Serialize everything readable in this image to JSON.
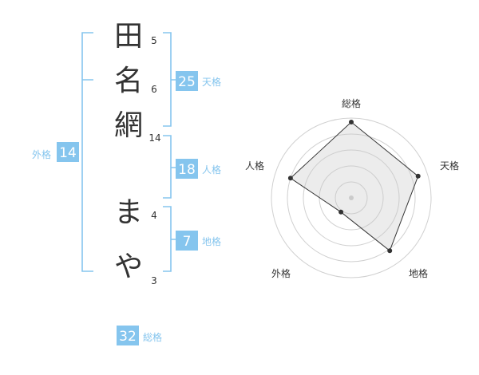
{
  "name": {
    "chars": [
      {
        "char": "田",
        "strokes": "5"
      },
      {
        "char": "名",
        "strokes": "6"
      },
      {
        "char": "網",
        "strokes": "14"
      },
      {
        "char": "ま",
        "strokes": "4"
      },
      {
        "char": "や",
        "strokes": "3"
      }
    ]
  },
  "kakusu": {
    "tenkaku": {
      "value": "25",
      "label": "天格"
    },
    "jinkaku": {
      "value": "18",
      "label": "人格"
    },
    "chikaku": {
      "value": "7",
      "label": "地格"
    },
    "gaikaku": {
      "value": "14",
      "label": "外格"
    },
    "soukaku": {
      "value": "32",
      "label": "総格"
    }
  },
  "radar": {
    "axes": [
      "総格",
      "天格",
      "地格",
      "外格",
      "人格"
    ],
    "levels": [
      0.95,
      0.88,
      0.82,
      0.22,
      0.8
    ],
    "colors": {
      "accent": "#85c5ee",
      "ring": "#d0d0d0",
      "line": "#333333"
    }
  }
}
